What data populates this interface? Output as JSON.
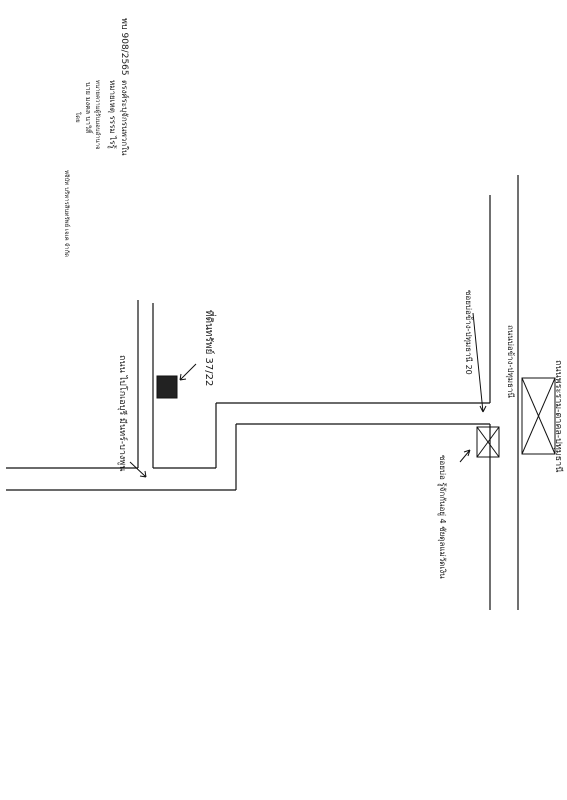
{
  "header": {
    "company": "หจิบัท บริหารสินทรัพย์ เจเค จำกัด",
    "by": "โดย",
    "officer_name": "นาย มงคล นาวิสิ์",
    "notary_label": "ทนายความผู้รับมอบอำนาจ",
    "notary_name": "หมายเหตุ รรรม ไรรู้",
    "official": "ตรงศ์ระบุจักรนพวกใน",
    "doc_ref": "พบ 908/2565"
  },
  "labels": {
    "property": "ที่ดินทรัพย์ 37/22",
    "road_top": "ถนน ไปโกเอบุรี มีนทร์-บางพูน",
    "road_right_upper": "ถนนบ่อข้าง-ปทุมธานี",
    "soi_right": "ซอยบ่อข้าง-ปทุมธานี 20",
    "road_right_lower": "ถนนพระราม-ตาคล-ปทุมธานี",
    "side_note": "ซอยบ่อ รู้จักกันอยู่ 4 ชัยดุลแม่วัดเงิน"
  }
}
